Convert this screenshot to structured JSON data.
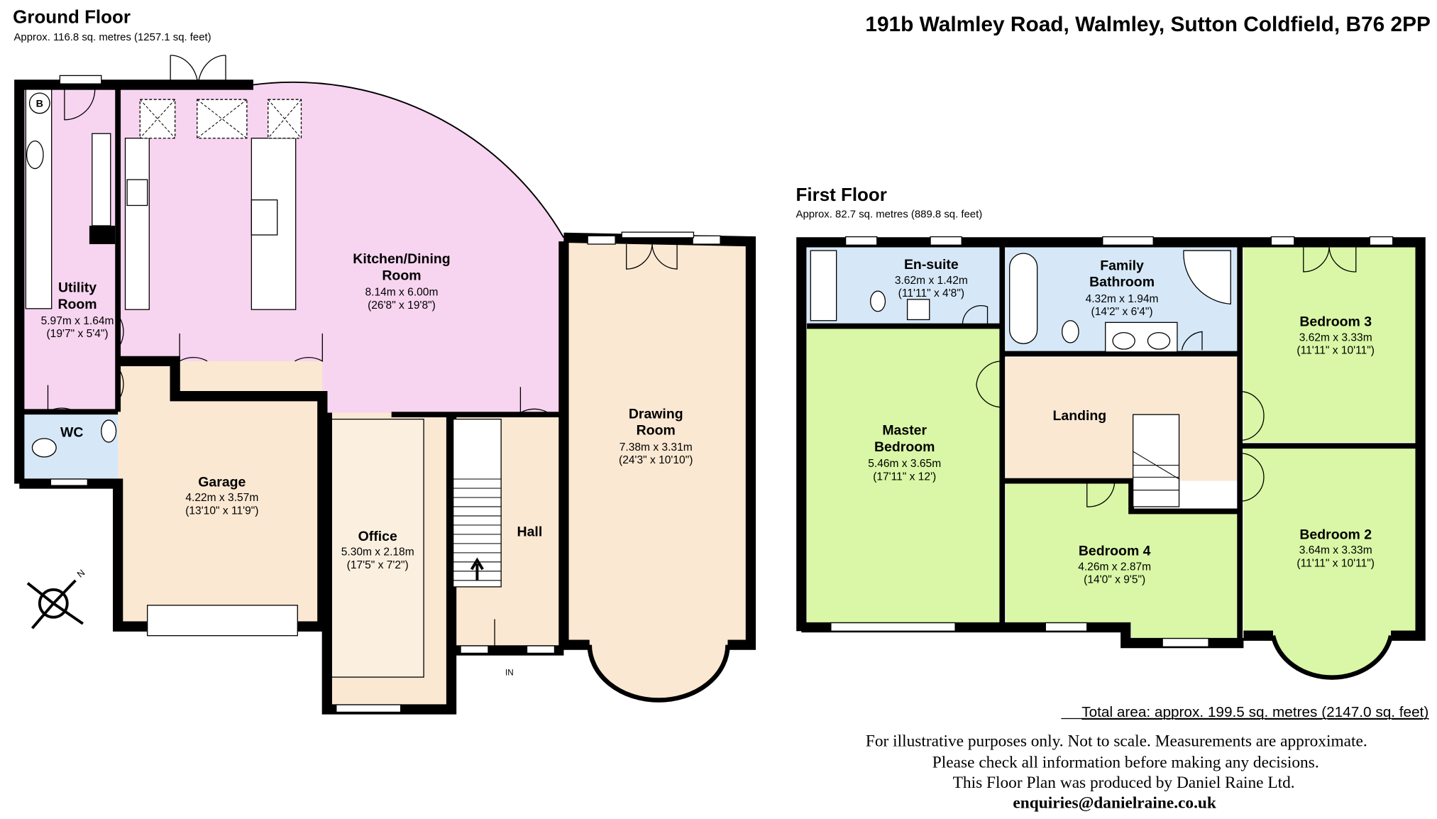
{
  "address": "191b Walmley Road, Walmley, Sutton Coldfield, B76 2PP",
  "ground_floor": {
    "title": "Ground Floor",
    "area": "Approx. 116.8 sq. metres (1257.1 sq. feet)",
    "rooms": [
      {
        "name_1": "Utility",
        "name_2": "Room",
        "metric": "5.97m x 1.64m",
        "imperial": "(19'7\" x 5'4\")"
      },
      {
        "name_1": "Kitchen/Dining",
        "name_2": "Room",
        "metric": "8.14m x 6.00m",
        "imperial": "(26'8\" x 19'8\")"
      },
      {
        "name_1": "Drawing",
        "name_2": "Room",
        "metric": "7.38m x 3.31m",
        "imperial": "(24'3\" x 10'10\")"
      },
      {
        "name_1": "Garage",
        "metric": "4.22m x 3.57m",
        "imperial": "(13'10\" x 11'9\")"
      },
      {
        "name_1": "Office",
        "metric": "5.30m x 2.18m",
        "imperial": "(17'5\" x 7'2\")"
      },
      {
        "name_1": "Hall"
      },
      {
        "name_1": "WC"
      }
    ],
    "boiler_label": "B",
    "entrance_label": "IN",
    "compass_label": "N"
  },
  "first_floor": {
    "title": "First Floor",
    "area": "Approx.  82.7 sq. metres (889.8 sq. feet)",
    "rooms": [
      {
        "name_1": "En-suite",
        "metric": "3.62m x 1.42m",
        "imperial": "(11'11\" x 4'8\")"
      },
      {
        "name_1": "Family",
        "name_2": "Bathroom",
        "metric": "4.32m x 1.94m",
        "imperial": "(14'2\" x 6'4\")"
      },
      {
        "name_1": "Bedroom 3",
        "metric": "3.62m x 3.33m",
        "imperial": "(11'11\" x 10'11\")"
      },
      {
        "name_1": "Master",
        "name_2": "Bedroom",
        "metric": "5.46m x 3.65m",
        "imperial": "(17'11\" x 12')"
      },
      {
        "name_1": "Landing"
      },
      {
        "name_1": "Bedroom 4",
        "metric": "4.26m x 2.87m",
        "imperial": "(14'0\" x 9'5\")"
      },
      {
        "name_1": "Bedroom 2",
        "metric": "3.64m x 3.33m",
        "imperial": "(11'11\" x 10'11\")"
      }
    ]
  },
  "footer": {
    "total_area": "Total area: approx. 199.5 sq. metres (2147.0 sq. feet)",
    "disclaimer_1": "For illustrative purposes only. Not to scale. Measurements are approximate.",
    "disclaimer_2": "Please check all information before making any decisions.",
    "disclaimer_3": "This Floor Plan was produced by Daniel Raine Ltd.",
    "email": "enquiries@danielraine.co.uk"
  },
  "colors": {
    "kitchen": "#f7d4ef",
    "beige": "#fae8d2",
    "blue": "#d6e8f8",
    "green": "#d9f7a6"
  }
}
